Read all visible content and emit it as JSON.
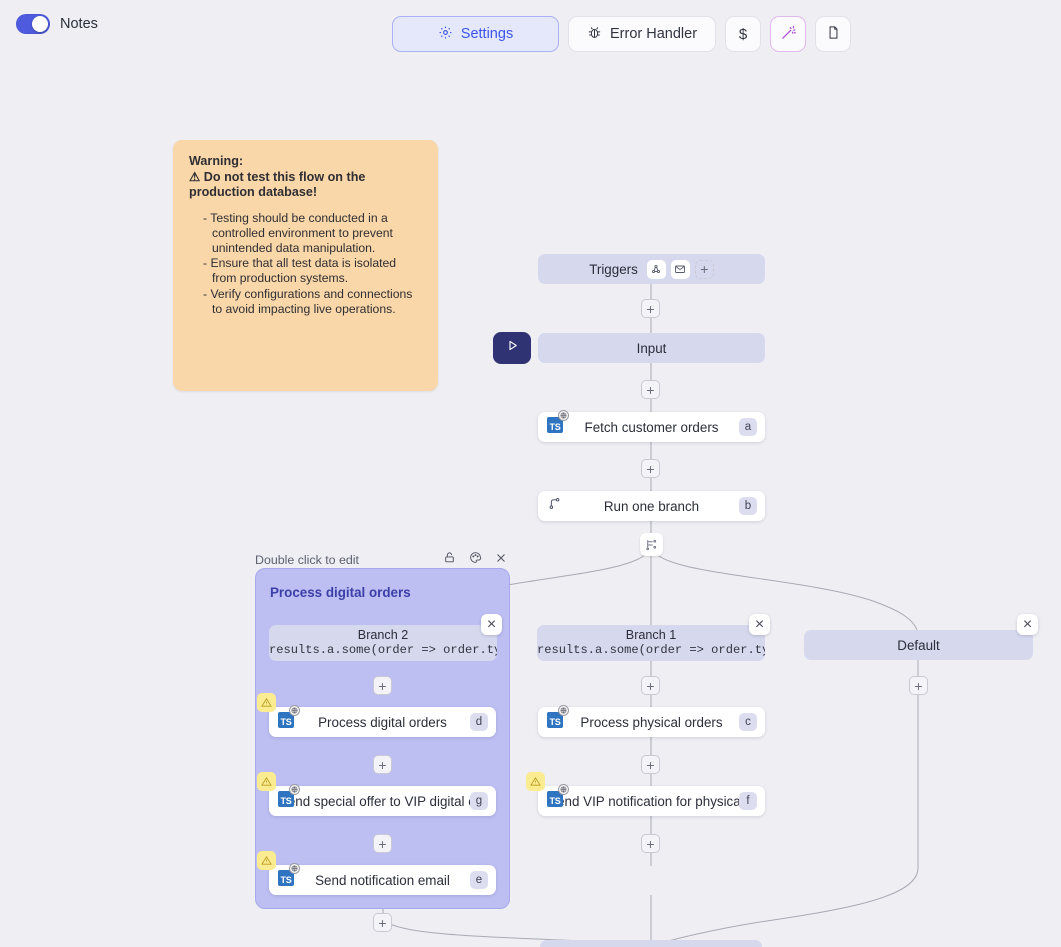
{
  "topbar": {
    "notes_label": "Notes",
    "notes_toggle_on": true,
    "settings_label": "Settings",
    "error_handler_label": "Error Handler",
    "cost_label": "$",
    "icons": [
      "gear-icon",
      "bug-icon",
      "dollar-icon",
      "magic-wand-icon",
      "document-icon"
    ]
  },
  "note": {
    "heading_line1": "Warning:",
    "heading_line2": "⚠ Do not test this flow on the production database!",
    "bullets": [
      "Testing should be conducted in a controlled environment to prevent unintended data manipulation.",
      "Ensure that all test data is isolated from production systems.",
      "Verify configurations and connections to avoid impacting live operations."
    ]
  },
  "flow": {
    "triggers": {
      "label": "Triggers",
      "chips": [
        "webhook-icon",
        "email-icon"
      ],
      "add_label": "+"
    },
    "input": {
      "label": "Input"
    },
    "run_button": "play-icon",
    "steps": {
      "fetch": {
        "label": "Fetch customer orders",
        "key": "a",
        "icon": "ts-icon",
        "warning": false
      },
      "run_one_branch": {
        "label": "Run one branch",
        "key": "b",
        "icon": "branch-icon"
      },
      "process_physical": {
        "label": "Process physical orders",
        "key": "c",
        "icon": "ts-icon",
        "warning": false
      },
      "process_digital": {
        "label": "Process digital orders",
        "key": "d",
        "icon": "ts-icon",
        "warning": true
      },
      "send_notification": {
        "label": "Send notification email",
        "key": "e",
        "icon": "ts-icon",
        "warning": true
      },
      "send_vip_physical": {
        "label": "Send VIP notification for physical...",
        "key": "f",
        "icon": "ts-icon",
        "warning": true
      },
      "send_vip_digital": {
        "label": "Send special offer to VIP digital c...",
        "key": "g",
        "icon": "ts-icon",
        "warning": true
      }
    },
    "branches": {
      "branch1": {
        "name": "Branch 1",
        "expression": "results.a.some(order => order.type"
      },
      "branch2": {
        "name": "Branch 2",
        "expression": "results.a.some(order => order.type"
      },
      "default": {
        "name": "Default"
      }
    },
    "group": {
      "toolbar_label": "Double click to edit",
      "title": "Process digital orders",
      "toolbar_icons": [
        "lock-icon",
        "palette-icon",
        "close-icon"
      ]
    },
    "plus_label": "+",
    "close_label": "×"
  },
  "colors": {
    "canvas_bg": "#eeeef3",
    "node_lavender": "#d6d8ee",
    "group_fill": "#bdbef2",
    "accent_blue": "#3a55e8",
    "note_bg": "#fad7a8",
    "warning_badge": "#fbec92",
    "run_btn": "#2f3273",
    "toggle_on": "#4e5bde"
  }
}
